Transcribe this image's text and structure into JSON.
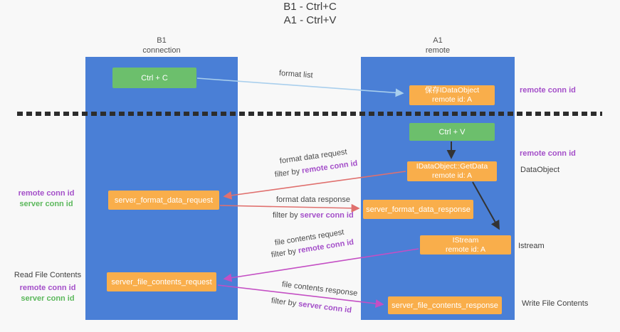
{
  "title": {
    "line1": "B1 - Ctrl+C",
    "line2": "A1 - Ctrl+V"
  },
  "lanes": {
    "b1": {
      "title": "B1",
      "subtitle": "connection"
    },
    "a1": {
      "title": "A1",
      "subtitle": "remote"
    }
  },
  "nodes": {
    "ctrl_c": {
      "label": "Ctrl + C"
    },
    "ctrl_v": {
      "label": "Ctrl + V"
    },
    "save_dataobject": {
      "line1": "保存IDataObject",
      "line2": "remote id: A"
    },
    "getdata": {
      "line1": "IDataObject::GetData",
      "line2": "remote id: A"
    },
    "istream": {
      "line1": "IStream",
      "line2": "remote id: A"
    },
    "server_format_data_request": {
      "label": "server_format_data_request"
    },
    "server_format_data_response": {
      "label": "server_format_data_response"
    },
    "server_file_contents_request": {
      "label": "server_file_contents_request"
    },
    "server_file_contents_response": {
      "label": "server_file_contents_response"
    }
  },
  "edges": {
    "format_list": {
      "label": "format list"
    },
    "format_data_request": {
      "label": "format data request",
      "filter_prefix": "filter by ",
      "filter_value": "remote conn id"
    },
    "format_data_response": {
      "label": "format data response",
      "filter_prefix": "filter by ",
      "filter_value": "server conn id"
    },
    "file_contents_request": {
      "label": "file contents request",
      "filter_prefix": "filter by ",
      "filter_value": "remote conn id"
    },
    "file_contents_response": {
      "label": "file contents response",
      "filter_prefix": "filter by ",
      "filter_value": "server conn id"
    }
  },
  "annotations": {
    "right_remote_conn_id_top": "remote conn id",
    "right_remote_conn_id_mid": "remote conn id",
    "right_dataobject": "DataObject",
    "right_istream": "Istream",
    "right_write_file_contents": "Write File Contents",
    "left_remote_conn_id_top": "remote conn id",
    "left_server_conn_id_top": "server conn id",
    "left_read_file_contents": "Read File Contents",
    "left_remote_conn_id_bottom": "remote conn id",
    "left_server_conn_id_bottom": "server conn id"
  },
  "colors": {
    "lane_blue": "#4a7fd6",
    "node_orange": "#f9ae4b",
    "node_green": "#6cbf6c",
    "arrow_light_blue": "#a9cfed",
    "arrow_red": "#e0706e",
    "arrow_magenta": "#c44fc4",
    "arrow_black": "#333333",
    "text_purple": "#a44fc9",
    "text_green": "#5cb85c",
    "text_dark": "#3f3f3f",
    "background": "#f8f8f8"
  }
}
